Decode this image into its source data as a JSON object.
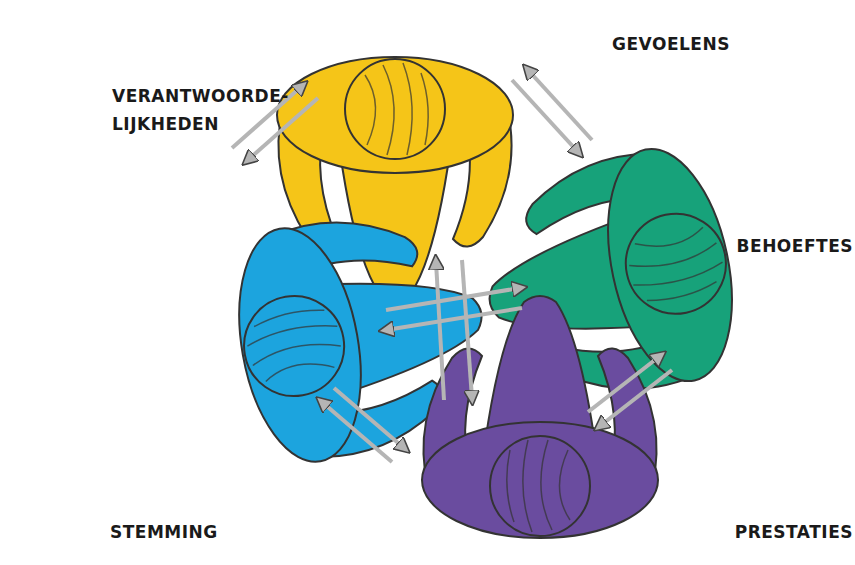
{
  "diagram": {
    "labels": [
      "GEVOELENS",
      "VERANTWOORDE- LIJKHEDEN",
      "BEHOEFTES",
      "STEMMING",
      "PRESTATIES"
    ]
  }
}
